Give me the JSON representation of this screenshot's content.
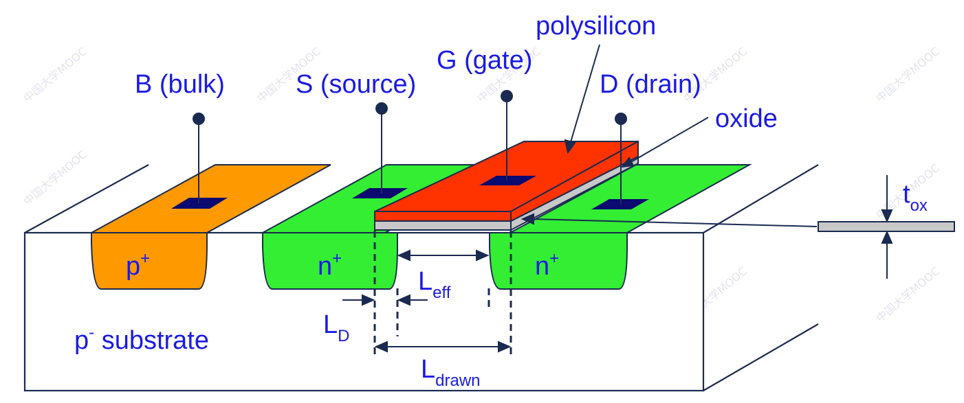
{
  "labels": {
    "bulk": "B (bulk)",
    "source": "S (source)",
    "gate": "G (gate)",
    "drain": "D (drain)",
    "polysilicon": "polysilicon",
    "oxide": "oxide",
    "p_plus_base": "p",
    "p_plus_sup": "+",
    "n_plus_left_base": "n",
    "n_plus_left_sup": "+",
    "n_plus_right_base": "n",
    "n_plus_right_sup": "+",
    "substrate_sup": "-",
    "substrate_text": " substrate",
    "substrate_base": "p",
    "leff_base": "L",
    "leff_sub": "eff",
    "ld_base": "L",
    "ld_sub": "D",
    "ldrawn_base": "L",
    "ldrawn_sub": "drawn",
    "tox_base": "t",
    "tox_sub": "ox",
    "watermark": "中国大学MOOC"
  },
  "colors": {
    "label_blue": "#1a1ae6",
    "line": "#1a2a50",
    "p_plus": "#ff9900",
    "n_plus": "#33ee33",
    "poly": "#ff3300",
    "oxide": "#c8c8c8",
    "contact": "#0a0a70"
  }
}
